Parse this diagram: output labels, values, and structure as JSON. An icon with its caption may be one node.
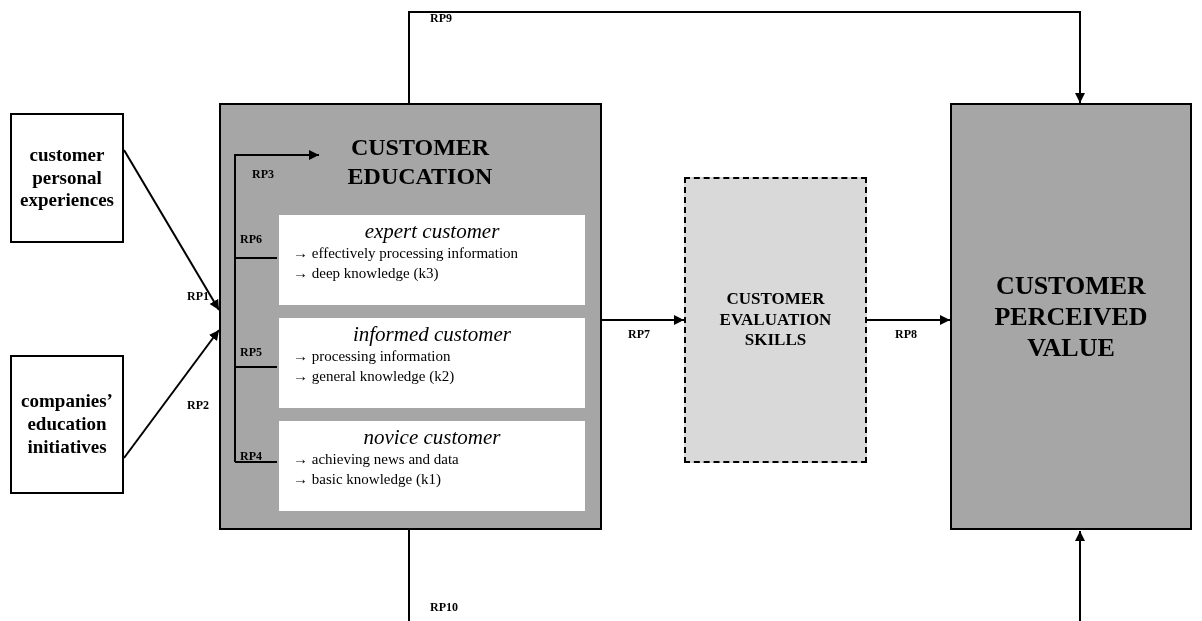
{
  "diagram": {
    "nodes": [
      {
        "text": [
          "customer personal experiences"
        ]
      },
      {
        "text": [
          "companies’ education initiatives"
        ]
      },
      {
        "text": [],
        "shape": "box"
      },
      {
        "text": [
          "CUSTOMER EDUCATION"
        ],
        "in": 2
      },
      {
        "text": [
          "expert customer",
          "→ effectively processing information",
          "→ deep knowledge (k3)"
        ],
        "in": 2
      },
      {
        "text": [
          "informed customer",
          "→ processing information",
          "→ general knowledge (k2)"
        ],
        "in": 2
      },
      {
        "text": [
          "novice customer",
          "→ achieving news and data",
          "→ basic knowledge (k1)"
        ],
        "in": 2
      },
      {
        "text": [
          "CUSTOMER EVALUATION SKILLS"
        ]
      },
      {
        "text": [
          "CUSTOMER PERCEIVED VALUE"
        ]
      }
    ],
    "edges": [
      {
        "from": 0,
        "to": 2,
        "arrow": "to",
        "label": "RP1"
      },
      {
        "from": 1,
        "to": 2,
        "arrow": "to",
        "label": "RP2"
      },
      {
        "from": null,
        "to": 3,
        "arrow": "to",
        "label": "RP3"
      },
      {
        "from": null,
        "to": 4,
        "arrow": "none",
        "label": "RP6"
      },
      {
        "from": null,
        "to": 5,
        "arrow": "none",
        "label": "RP5"
      },
      {
        "from": null,
        "to": 6,
        "arrow": "none",
        "label": "RP4"
      },
      {
        "from": 2,
        "to": 7,
        "arrow": "to",
        "label": "RP7"
      },
      {
        "from": 7,
        "to": 8,
        "arrow": "to",
        "label": "RP8"
      },
      {
        "from": 2,
        "to": 8,
        "arrow": "to",
        "label": "RP9"
      },
      {
        "from": 2,
        "to": null,
        "arrow": "none",
        "label": "RP10"
      },
      {
        "from": null,
        "to": 8,
        "arrow": "to"
      }
    ]
  }
}
